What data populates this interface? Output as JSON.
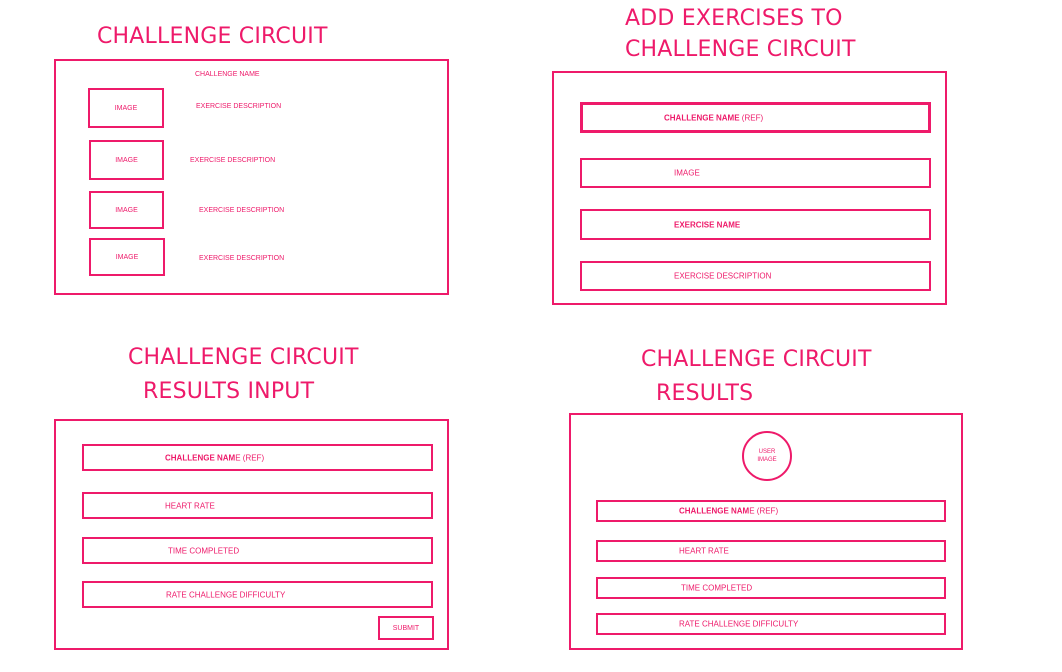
{
  "colors": {
    "accent": "#ee1a6a",
    "background": "#ffffff"
  },
  "screen1": {
    "title": "CHALLENGE CIRCUIT",
    "challenge_name": "CHALLENGE NAME",
    "rows": [
      {
        "image": "IMAGE",
        "description": "EXERCISE DESCRIPTION"
      },
      {
        "image": "IMAGE",
        "description": "EXERCISE DESCRIPTION"
      },
      {
        "image": "IMAGE",
        "description": "EXERCISE DESCRIPTION"
      },
      {
        "image": "IMAGE",
        "description": "EXERCISE DESCRIPTION"
      }
    ]
  },
  "screen2": {
    "title_line1": "ADD EXERCISES TO",
    "title_line2": "CHALLENGE CIRCUIT",
    "fields": {
      "challenge_name_bold": "CHALLENGE NAME",
      "challenge_name_rest": " (REF)",
      "image": "IMAGE",
      "exercise_name": "EXERCISE NAME",
      "exercise_description": "EXERCISE DESCRIPTION"
    }
  },
  "screen3": {
    "title_line1": "CHALLENGE CIRCUIT",
    "title_line2": "RESULTS INPUT",
    "fields": {
      "challenge_name_bold": "CHALLENGE NAM",
      "challenge_name_rest": "E (REF)",
      "heart_rate": "HEART RATE",
      "time_completed": "TIME COMPLETED",
      "rate_difficulty": "RATE CHALLENGE DIFFICULTY"
    },
    "submit_label": "SUBMIT"
  },
  "screen4": {
    "title_line1": "CHALLENGE CIRCUIT",
    "title_line2": "RESULTS",
    "user_image_line1": "USER",
    "user_image_line2": "IMAGE",
    "fields": {
      "challenge_name_bold": "CHALLENGE NAM",
      "challenge_name_rest": "E (REF)",
      "heart_rate": "HEART RATE",
      "time_completed": "TIME COMPLETED",
      "rate_difficulty": "RATE CHALLENGE DIFFICULTY"
    }
  }
}
